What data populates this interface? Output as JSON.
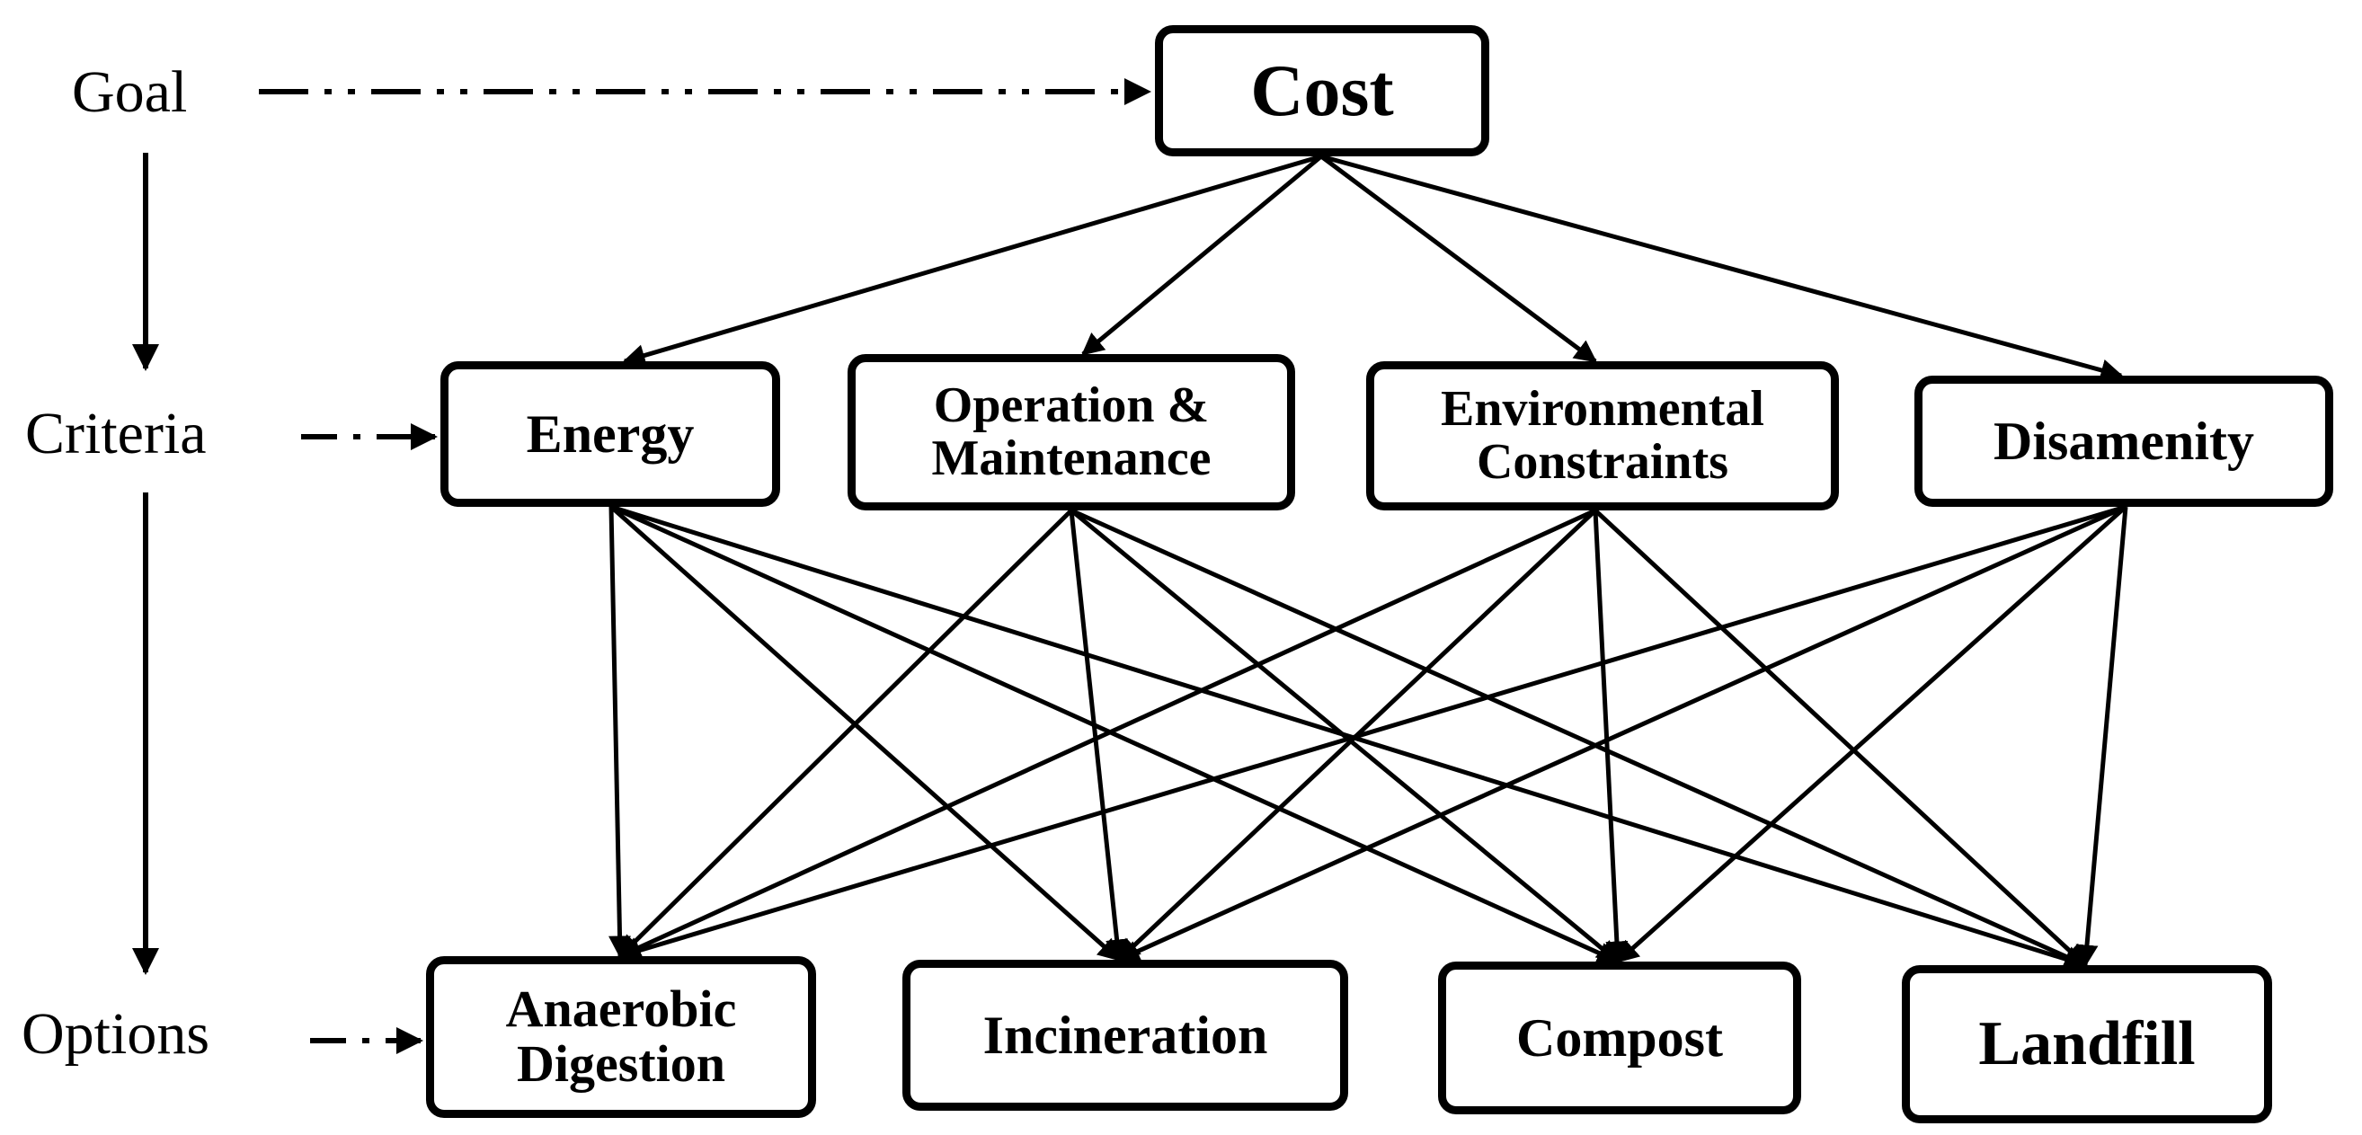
{
  "levels": {
    "goal": "Goal",
    "criteria": "Criteria",
    "options": "Options"
  },
  "goal": {
    "label": "Cost"
  },
  "criteria": [
    {
      "label": "Energy"
    },
    {
      "label": "Operation &\nMaintenance"
    },
    {
      "label": "Environmental\nConstraints"
    },
    {
      "label": "Disamenity"
    }
  ],
  "options": [
    {
      "label": "Anaerobic\nDigestion"
    },
    {
      "label": "Incineration"
    },
    {
      "label": "Compost"
    },
    {
      "label": "Landfill"
    }
  ],
  "colors": {
    "stroke": "#000000",
    "background": "#ffffff"
  }
}
